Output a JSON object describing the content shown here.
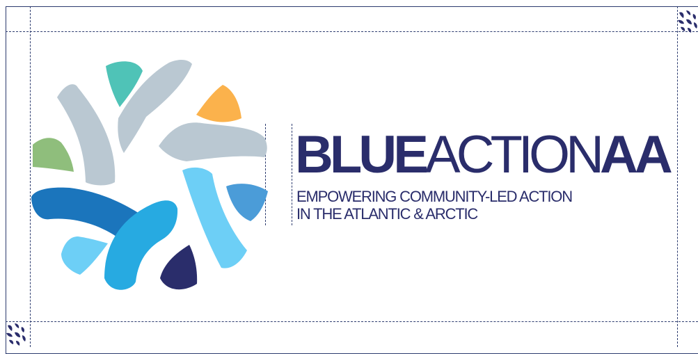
{
  "brand": {
    "name_part1": "BLUE",
    "name_part2": "ACTION",
    "name_part3": "AA",
    "tagline_line1": "EMPOWERING COMMUNITY-LED ACTION",
    "tagline_line2": "IN THE ATLANTIC & ARCTIC"
  },
  "colors": {
    "navy": "#2a2d6b",
    "grey_blue": "#bac8d2",
    "teal": "#4fc3b7",
    "orange": "#fbb24c",
    "green": "#8fbe7c",
    "dark_blue": "#1b75bc",
    "mid_blue": "#27aae1",
    "light_blue": "#6dcff6",
    "accent_blue": "#4b9cd8"
  },
  "icons": [
    "logo-mark-icon",
    "corner-mark-icon"
  ]
}
